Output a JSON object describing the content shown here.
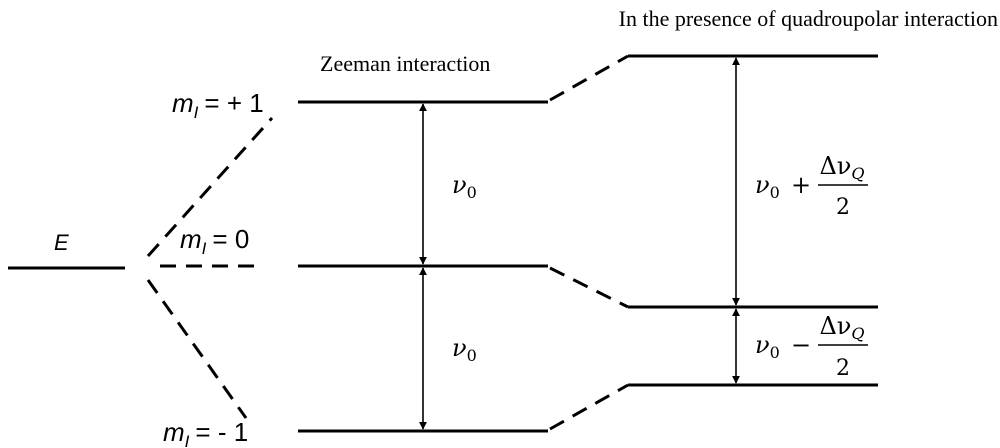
{
  "header": {
    "quadrupolar_title": "In the presence of quadroupolar interaction",
    "zeeman_title": "Zeeman interaction"
  },
  "energy_label": "E",
  "levels": [
    {
      "symbol": "m",
      "subscript": "I",
      "value": "= + 1"
    },
    {
      "symbol": "m",
      "subscript": "I",
      "value": "= 0"
    },
    {
      "symbol": "m",
      "subscript": "I",
      "value": "= - 1"
    }
  ],
  "transitions": {
    "zeeman_upper": {
      "base": "ν",
      "sub": "0"
    },
    "zeeman_lower": {
      "base": "ν",
      "sub": "0"
    },
    "quad_upper": {
      "base": "ν",
      "sub": "0",
      "op": "+",
      "num_delta": "Δν",
      "num_sub": "Q",
      "den": "2"
    },
    "quad_lower": {
      "base": "ν",
      "sub": "0",
      "op": "−",
      "num_delta": "Δν",
      "num_sub": "Q",
      "den": "2"
    }
  },
  "colors": {
    "line": "#000000",
    "background": "#ffffff"
  }
}
